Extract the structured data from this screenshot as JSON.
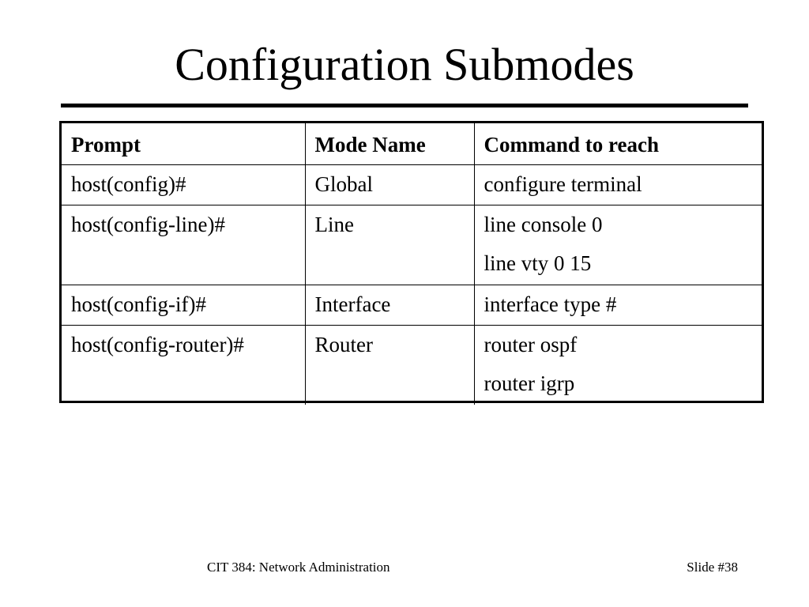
{
  "slide": {
    "title": "Configuration Submodes"
  },
  "table": {
    "headers": [
      "Prompt",
      "Mode Name",
      "Command to reach"
    ],
    "rows": [
      {
        "prompt": "host(config)#",
        "mode": "Global",
        "commands": [
          "configure terminal"
        ]
      },
      {
        "prompt": "host(config-line)#",
        "mode": "Line",
        "commands": [
          "line console 0",
          "line vty 0 15"
        ]
      },
      {
        "prompt": "host(config-if)#",
        "mode": "Interface",
        "commands": [
          "interface type #"
        ]
      },
      {
        "prompt": "host(config-router)#",
        "mode": "Router",
        "commands": [
          "router ospf",
          "router igrp"
        ]
      }
    ]
  },
  "footer": {
    "course": "CIT 384: Network Administration",
    "slide_number": "Slide #38"
  }
}
